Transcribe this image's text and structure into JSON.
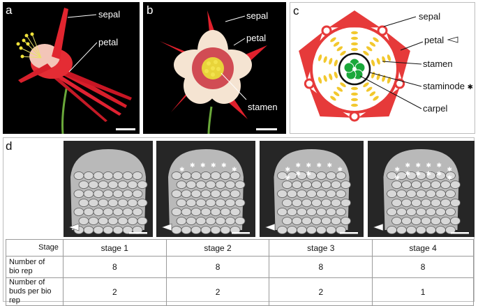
{
  "panel_a": {
    "letter": "a",
    "labels": {
      "sepal": "sepal",
      "petal": "petal"
    }
  },
  "panel_b": {
    "letter": "b",
    "labels": {
      "sepal": "sepal",
      "petal": "petal",
      "stamen": "stamen"
    }
  },
  "panel_c": {
    "letter": "c",
    "labels": {
      "sepal": "sepal",
      "petal": "petal",
      "stamen": "stamen",
      "staminode": "staminode",
      "staminode_marker": "✱",
      "carpel": "carpel"
    },
    "colors": {
      "sepal": "#e63a3a",
      "petal": "#e63a3a",
      "stamen": "#f2c82e",
      "staminode": "#111111",
      "carpel": "#1aa83a"
    }
  },
  "panel_d": {
    "letter": "d",
    "images": [
      {
        "stage": "stage 1",
        "asterisks": 0
      },
      {
        "stage": "stage 2",
        "asterisks": 6
      },
      {
        "stage": "stage 3",
        "asterisks": 9
      },
      {
        "stage": "stage 4",
        "asterisks": 12
      }
    ],
    "asterisk_glyph": "✱",
    "table": {
      "header_label": "Stage",
      "stages": [
        "stage 1",
        "stage 2",
        "stage 3",
        "stage 4"
      ],
      "rows": [
        {
          "label_line1": "Number of",
          "label_line2": "bio rep",
          "values": [
            "8",
            "8",
            "8",
            "8"
          ]
        },
        {
          "label_line1": "Number of",
          "label_line2": "buds per bio rep",
          "values": [
            "2",
            "2",
            "2",
            "1"
          ]
        }
      ]
    }
  }
}
